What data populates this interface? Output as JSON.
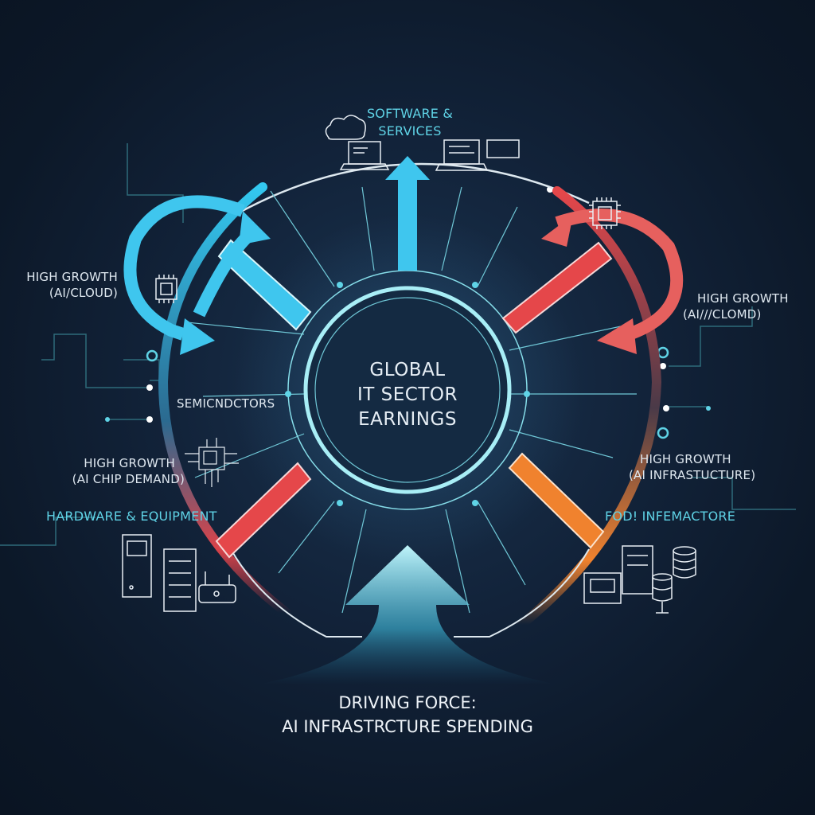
{
  "center": {
    "line1": "GLOBAL",
    "line2": "IT SECTOR",
    "line3": "EARNINGS"
  },
  "segments": {
    "software": {
      "line1": "SOFTWARE &",
      "line2": "SERVICES"
    },
    "left_growth": {
      "line1": "HIGH GROWTH",
      "line2": "(AI/CLOUD)"
    },
    "right_growth": {
      "line1": "HIGH GROWTH",
      "line2": "(AI///CLOMD)"
    },
    "semiconductors": {
      "label": "SEMICNDCTORS"
    },
    "chip_growth": {
      "line1": "HIGH GROWTH",
      "line2": "(AI CHIP DEMAND)"
    },
    "hardware": {
      "label": "HARDWARE & EQUIPMENT"
    },
    "infra_growth": {
      "line1": "HIGH GROWTH",
      "line2": "(AI INFRASTUCTURE)"
    },
    "infra": {
      "label": "FOD! INFEMACTORE"
    }
  },
  "driving_force": {
    "line1": "DRIVING FORCE:",
    "line2": "AI INFRASTRCTURE SPENDING"
  },
  "colors": {
    "background": "#0f1c2e",
    "cyan": "#3fc6ee",
    "red": "#e5474a",
    "orange": "#f0822e",
    "ring": "#8fe3f0"
  },
  "icons": [
    "cloud-icon",
    "laptop-icon",
    "chip-icon",
    "server-icon",
    "router-icon",
    "database-icon"
  ]
}
